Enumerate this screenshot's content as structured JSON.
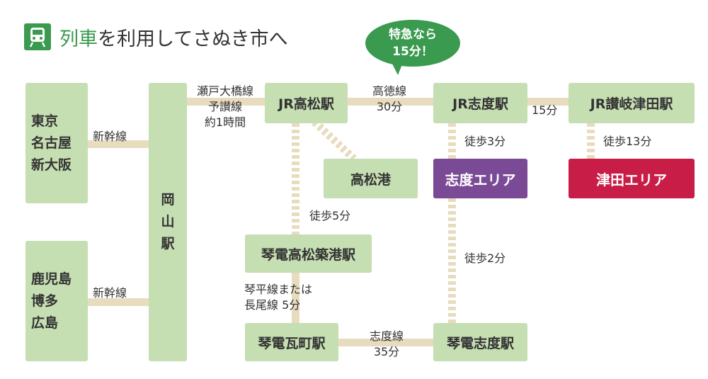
{
  "title": {
    "accent": "列車",
    "rest": "を利用してさぬき市へ"
  },
  "bubble": {
    "line1": "特急なら",
    "line2": "15分！"
  },
  "stations": {
    "origin_north": [
      "東京",
      "名古屋",
      "新大阪"
    ],
    "origin_south": [
      "鹿児島",
      "博多",
      "広島"
    ],
    "okayama": [
      "岡",
      "山",
      "駅"
    ],
    "takamatsu": "JR高松駅",
    "shido": "JR志度駅",
    "sanuki_tsuda": "JR讃岐津田駅",
    "takamatsu_port": "高松港",
    "kotoden_chikko": "琴電高松築港駅",
    "kotoden_kawaramachi": "琴電瓦町駅",
    "kotoden_shido": "琴電志度駅"
  },
  "areas": {
    "shido": {
      "label": "志度エリア",
      "color": "#7b4a97"
    },
    "tsuda": {
      "label": "津田エリア",
      "color": "#c81d46"
    }
  },
  "routes": {
    "shinkansen_north": "新幹線",
    "shinkansen_south": "新幹線",
    "seto": [
      "瀬戸大橋線",
      "予讃線",
      "約1時間"
    ],
    "kotoku": [
      "高徳線",
      "30分"
    ],
    "shido_tsuda": "15分",
    "walk_shido": "徒歩3分",
    "walk_tsuda": "徒歩13分",
    "walk_chikko": "徒歩5分",
    "walk_kotoden_shido": "徒歩2分",
    "kotohira": [
      "琴平線または",
      "長尾線 5分"
    ],
    "shido_line": [
      "志度線",
      "35分"
    ]
  },
  "colors": {
    "accent_green": "#3a9a4f",
    "station_box": "#c5deb2",
    "connector": "#e8dcbf"
  }
}
